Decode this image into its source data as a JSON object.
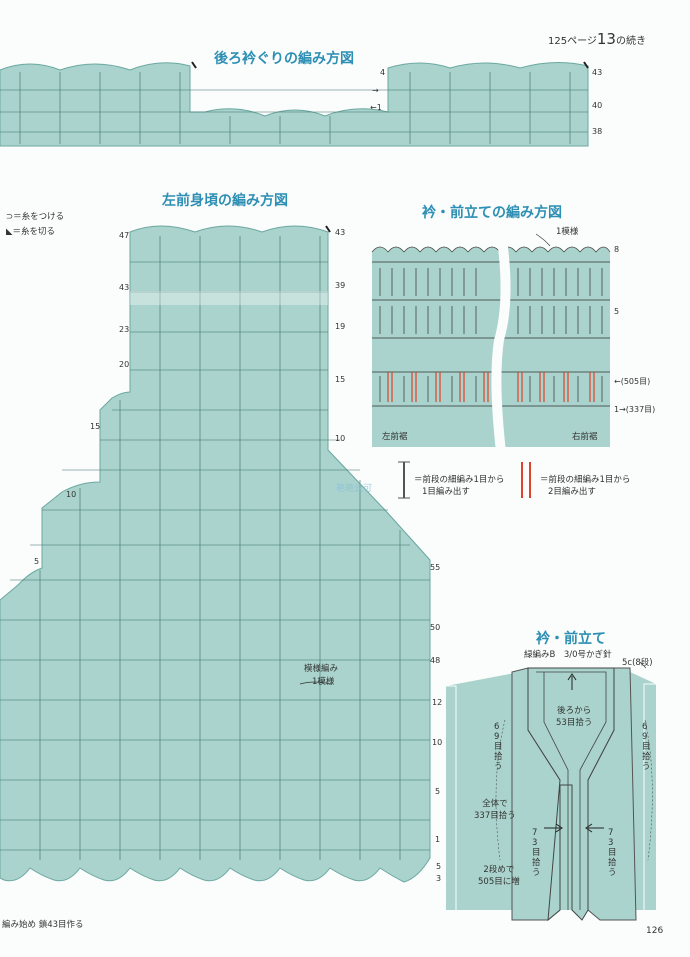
{
  "header": {
    "ref_prefix": "125ページ",
    "ref_num": "13",
    "ref_suffix": "の続き"
  },
  "back_neck": {
    "title": "後ろ衿ぐりの編み方図",
    "row_labels_right": [
      "43",
      "40",
      "38"
    ],
    "row_labels_mid": [
      "4",
      "→",
      "←1"
    ]
  },
  "left_front": {
    "title": "左前身頃の編み方図",
    "legend_attach": "＝糸をつける",
    "legend_cut": "＝糸を切る",
    "rows_left": [
      "47",
      "43",
      "23",
      "20",
      "15",
      "10",
      "5"
    ],
    "rows_right": [
      "43",
      "39",
      "19",
      "15",
      "10",
      "55",
      "50",
      "48",
      "12",
      "10",
      "5",
      "1",
      "5",
      "3"
    ],
    "pattern_label_1": "模様編み",
    "pattern_label_2": "1模様",
    "start_note": "編み始め 鎖43目作る"
  },
  "collar": {
    "title": "衿・前立ての編み方図",
    "repeat_label": "1模様",
    "rows": [
      "8",
      "5",
      "←(505目)",
      "1→(337目)"
    ],
    "left_hem": "左前裾",
    "right_hem": "右前裾",
    "legend_1a": "＝前段の細編み1目から",
    "legend_1b": "1目編み出す",
    "legend_2a": "＝前段の細編み1目から",
    "legend_2b": "2目編み出す"
  },
  "collar_diagram": {
    "title": "衿・前立て",
    "sub": "緑編みB　3/0号かぎ針",
    "rows_5c": "5c(8段)",
    "back_pick": "後ろから",
    "back_pick_2": "53目拾う",
    "side_69_left": "69目拾う",
    "side_69_right": "69目拾う",
    "total_1": "全体で",
    "total_2": "337目拾う",
    "side_73_left": "73目拾う",
    "side_73_right": "73目拾う",
    "inc_1": "2段めで",
    "inc_2": "505目に増"
  },
  "watermark": "艳艳云可",
  "page_number": "126",
  "colors": {
    "fabric": "#a9d3cc",
    "title": "#2c8fb3",
    "red": "#e0432a"
  }
}
